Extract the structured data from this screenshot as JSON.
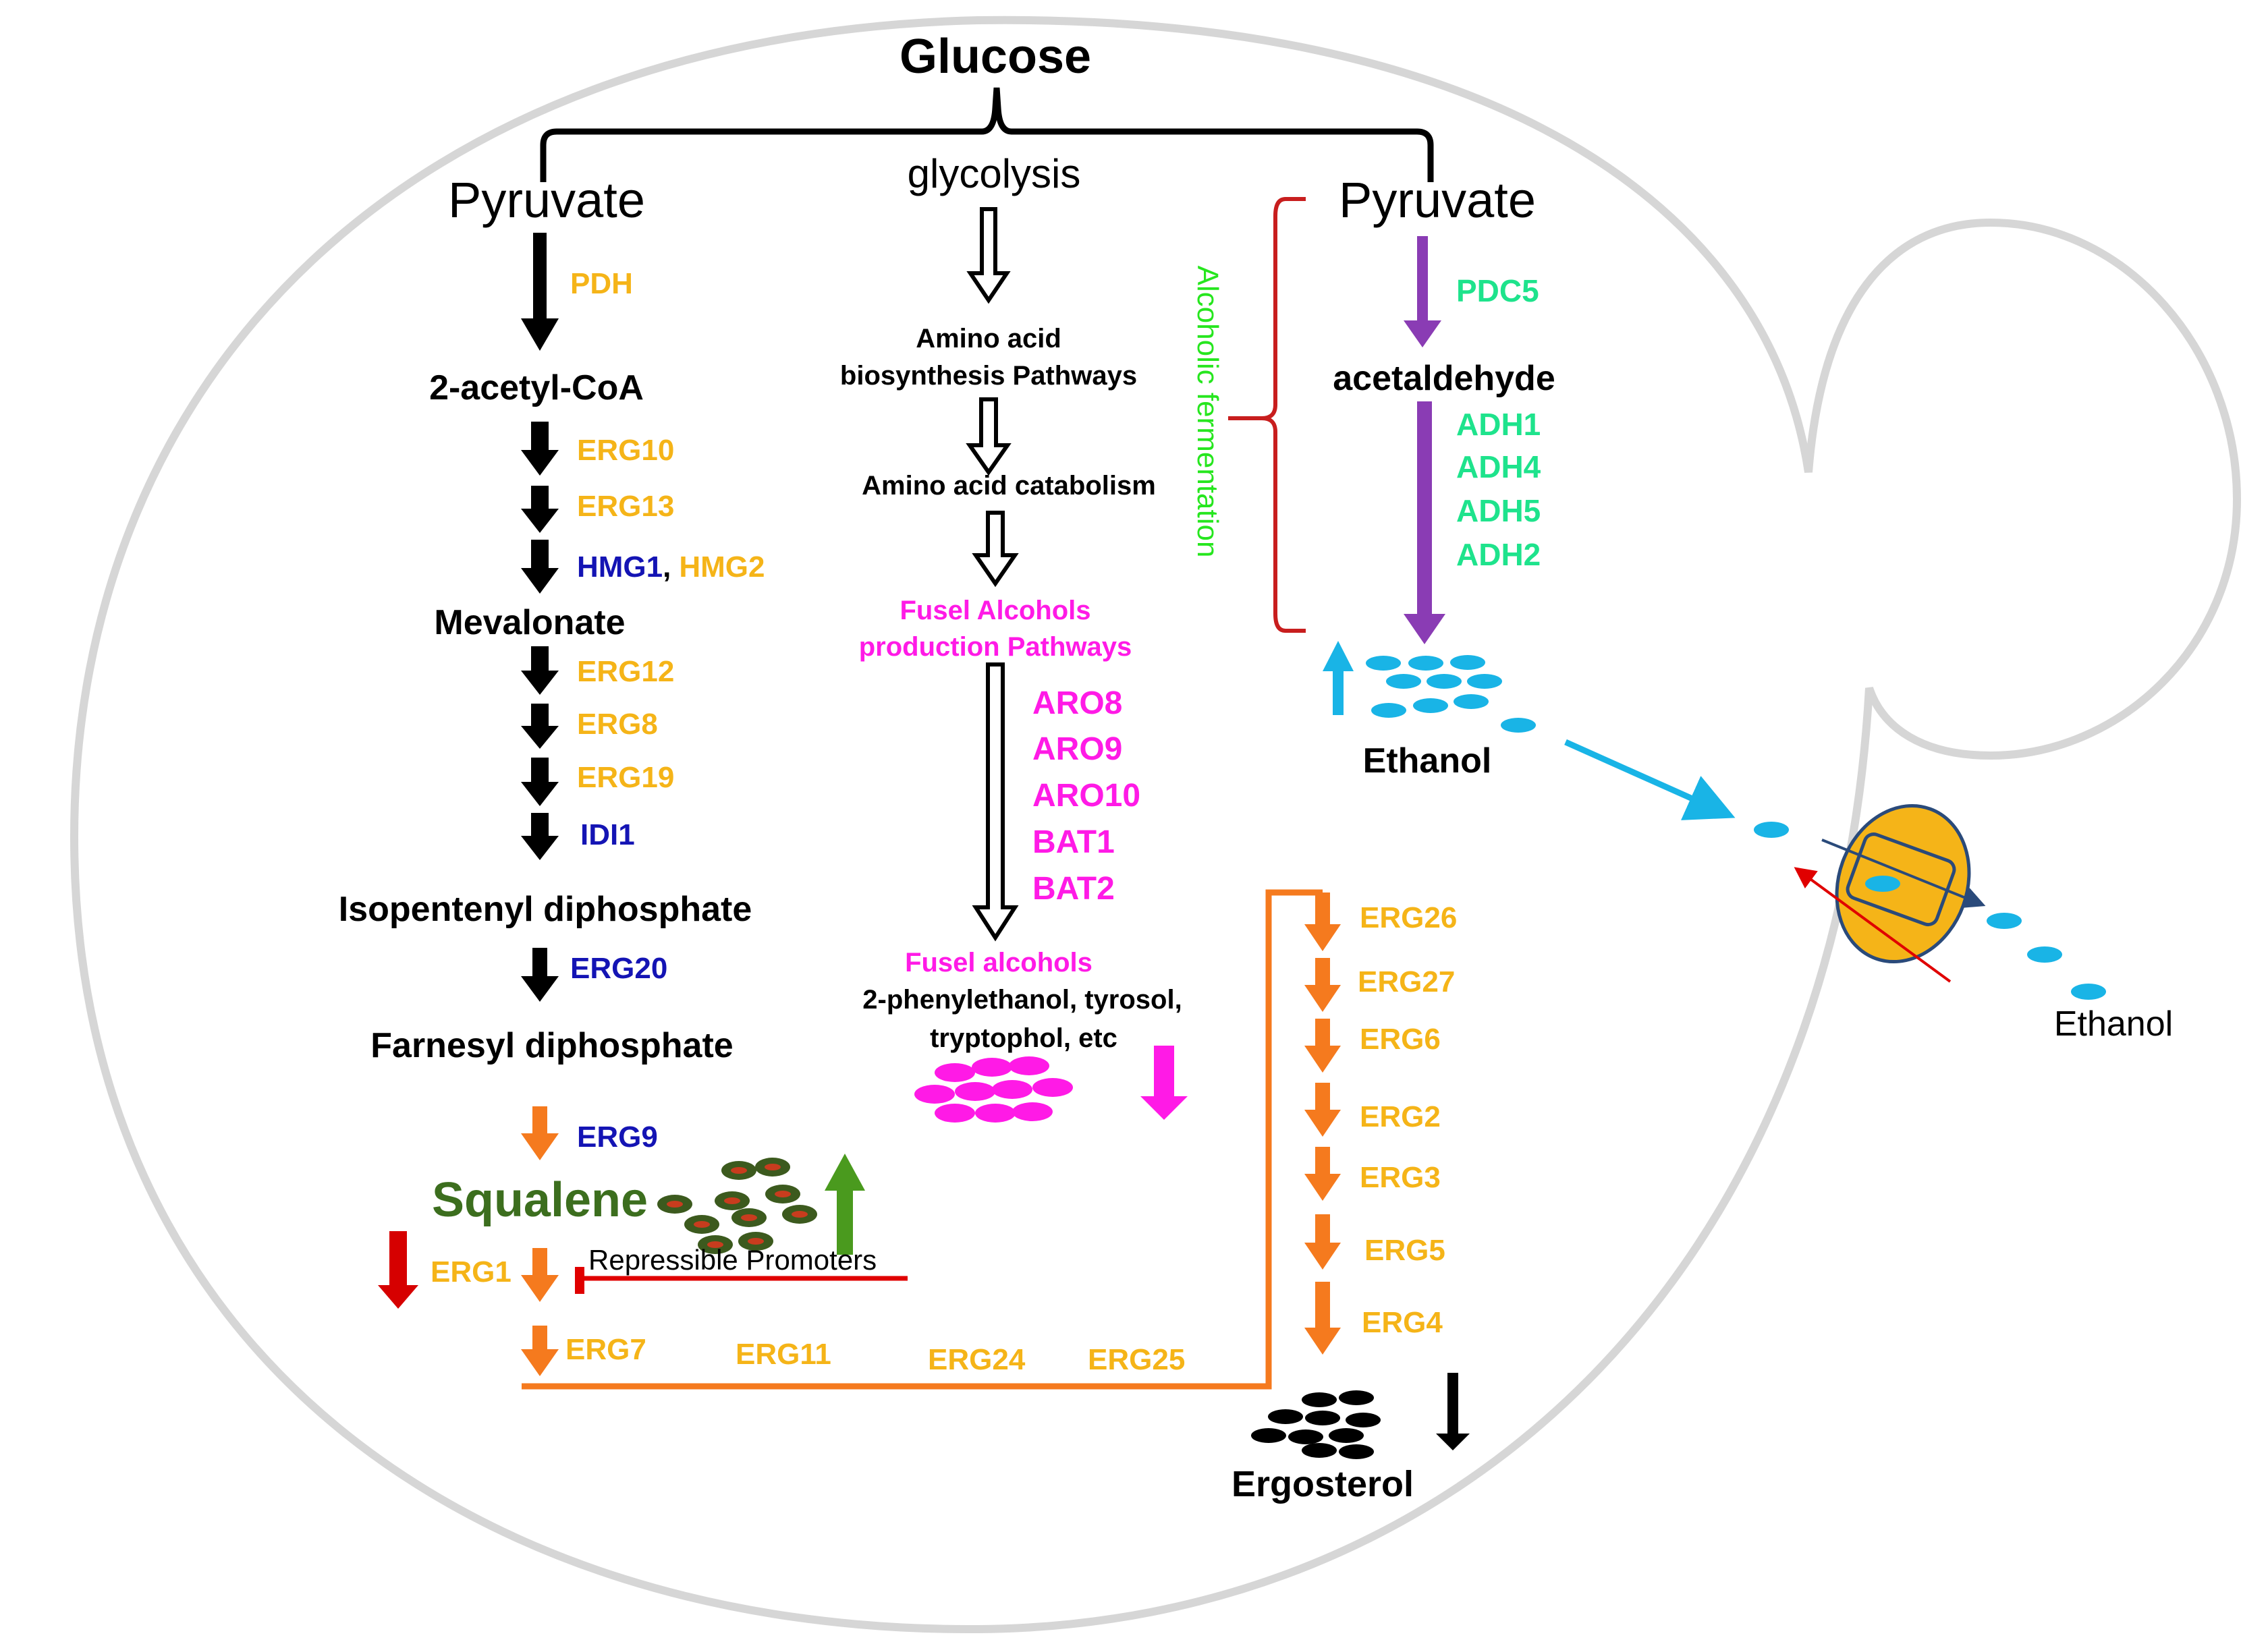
{
  "title": "Glucose",
  "colors": {
    "black": "#000000",
    "orange_gene": "#F5B418",
    "blue_gene": "#1414B4",
    "green_gene": "#1EE38C",
    "magenta": "#FF1AE6",
    "purple": "#8A3CB4",
    "orange_arrow": "#F57A1E",
    "red": "#E00000",
    "cyan": "#19B4E6",
    "squalene_green": "#3C6E1E",
    "fermentation_green": "#26E61E",
    "bracket_red": "#C81E1E"
  },
  "left_pathway": {
    "start": "Pyruvate",
    "step1_gene": "PDH",
    "acetyl": "2-acetyl-CoA",
    "erg10": "ERG10",
    "erg13": "ERG13",
    "hmg1": "HMG1",
    "comma": ",",
    "hmg2": "HMG2",
    "mevalonate": "Mevalonate",
    "erg12": "ERG12",
    "erg8": "ERG8",
    "erg19": "ERG19",
    "idi1": "IDI1",
    "isopentenyl": "Isopentenyl diphosphate",
    "erg20": "ERG20",
    "farnesyl": "Farnesyl diphosphate",
    "erg9": "ERG9",
    "squalene": "Squalene",
    "erg1": "ERG1",
    "repressible": "Repressible Promoters",
    "erg7": "ERG7",
    "erg11": "ERG11",
    "erg24": "ERG24",
    "erg25": "ERG25"
  },
  "middle_pathway": {
    "glycolysis": "glycolysis",
    "amino_line1": "Amino acid",
    "amino_line2": "biosynthesis Pathways",
    "catabolism": "Amino acid catabolism",
    "fusel_path_line1": "Fusel Alcohols",
    "fusel_path_line2": "production Pathways",
    "genes": [
      "ARO8",
      "ARO9",
      "ARO10",
      "BAT1",
      "BAT2"
    ],
    "fusel_alcohols": "Fusel alcohols",
    "products_line1": "2-phenylethanol, tyrosol,",
    "products_line2": "tryptophol, etc"
  },
  "right_pathway": {
    "start": "Pyruvate",
    "fermentation": "Alcoholic fermentation",
    "pdc5": "PDC5",
    "acetaldehyde": "acetaldehyde",
    "adh_genes": [
      "ADH1",
      "ADH4",
      "ADH5",
      "ADH2"
    ],
    "ethanol": "Ethanol",
    "ethanol_outside": "Ethanol"
  },
  "ergosterol_branch": {
    "genes": [
      "ERG26",
      "ERG27",
      "ERG6",
      "ERG2",
      "ERG3",
      "ERG5",
      "ERG4"
    ],
    "product": "Ergosterol"
  }
}
